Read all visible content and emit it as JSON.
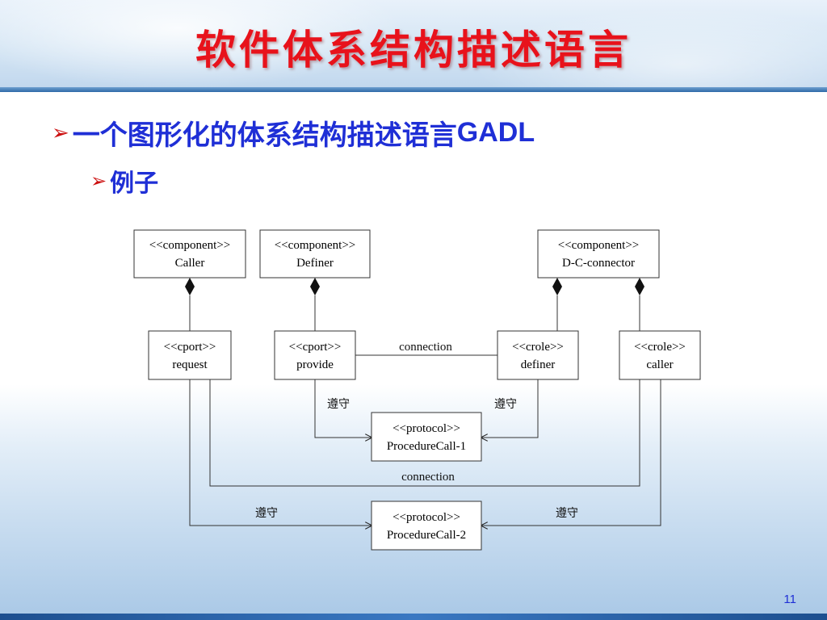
{
  "slide": {
    "title": "软件体系结构描述语言",
    "bullet1": {
      "text": "一个图形化的体系结构描述语言",
      "latin": "GADL"
    },
    "bullet2": {
      "text": "例子"
    },
    "page_number": "11"
  },
  "diagram": {
    "nodes": {
      "caller": {
        "stereotype": "<<component>>",
        "name": "Caller"
      },
      "definer": {
        "stereotype": "<<component>>",
        "name": "Definer"
      },
      "dc_connector": {
        "stereotype": "<<component>>",
        "name": "D-C-connector"
      },
      "request": {
        "stereotype": "<<cport>>",
        "name": "request"
      },
      "provide": {
        "stereotype": "<<cport>>",
        "name": "provide"
      },
      "role_definer": {
        "stereotype": "<<crole>>",
        "name": "definer"
      },
      "role_caller": {
        "stereotype": "<<crole>>",
        "name": "caller"
      },
      "proc1": {
        "stereotype": "<<protocol>>",
        "name": "ProcedureCall-1"
      },
      "proc2": {
        "stereotype": "<<protocol>>",
        "name": "ProcedureCall-2"
      }
    },
    "edge_labels": {
      "connection_top": "connection",
      "connection_mid": "connection",
      "obey_provide": "遵守",
      "obey_role_definer": "遵守",
      "obey_request": "遵守",
      "obey_role_caller": "遵守"
    }
  },
  "colors": {
    "title": "#e8121b",
    "bullet_text": "#1f2fd6",
    "bullet_arrow": "#cc1010"
  }
}
